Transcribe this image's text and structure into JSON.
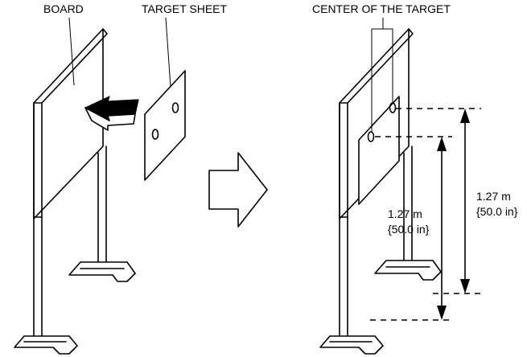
{
  "labels": {
    "board": "BOARD",
    "target_sheet": "TARGET SHEET",
    "center_of_target": "CENTER OF THE TARGET"
  },
  "dimensions": {
    "inner": {
      "metric": "1.27 m",
      "imperial": "{50.0 in}"
    },
    "outer": {
      "metric": "1.27 m",
      "imperial": "{50.0 in}"
    }
  },
  "colors": {
    "line": "#000000",
    "background": "#ffffff"
  },
  "icons": [
    "stand-board-icon",
    "target-sheet-icon",
    "insert-arrow-icon",
    "next-step-arrow-icon",
    "target-mark-icon"
  ]
}
